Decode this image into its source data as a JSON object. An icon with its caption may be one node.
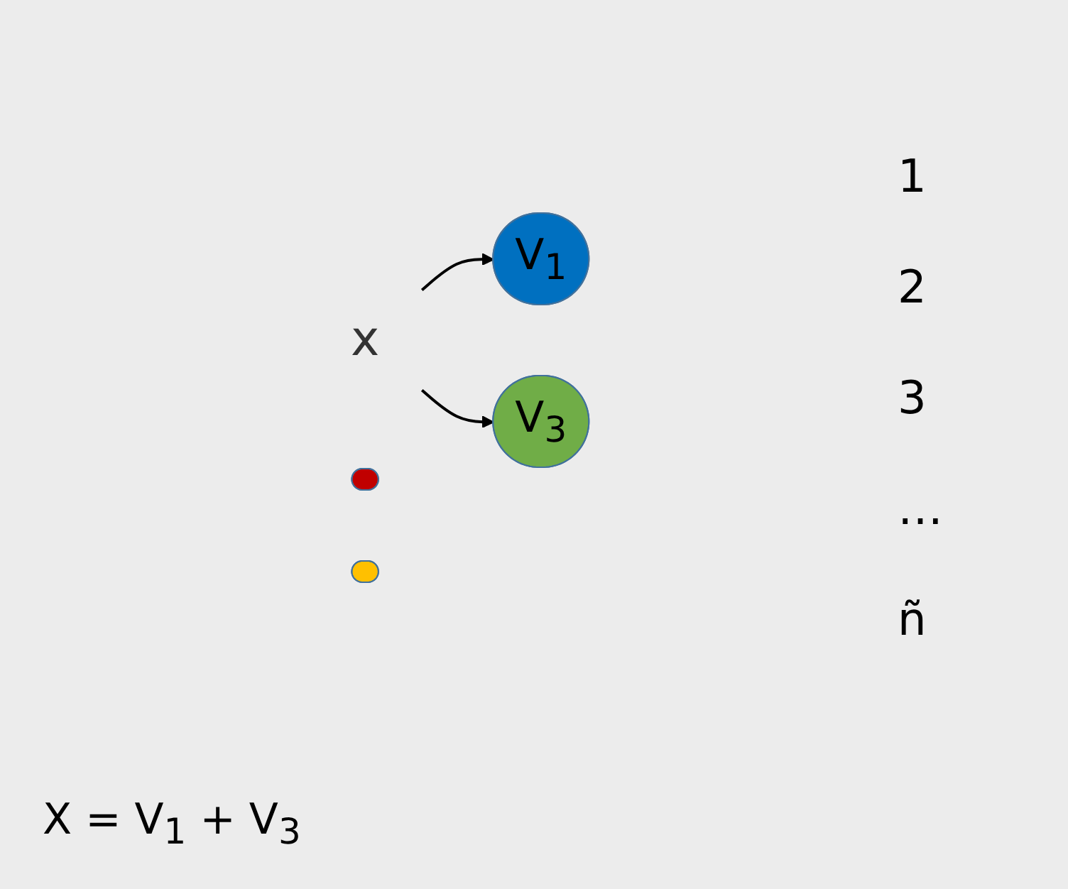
{
  "diagram": {
    "nodes": [
      {
        "text": [
          "x"
        ]
      },
      {
        "text": [
          "V$_{1}$"
        ]
      },
      {
        "text": [],
        "shape": "box"
      },
      {
        "text": [
          "V$_{3}$"
        ]
      },
      {
        "text": [],
        "shape": "box"
      }
    ],
    "edges": [
      {
        "from": 0,
        "to": 1,
        "arrow": "to"
      },
      {
        "from": 0,
        "to": 3,
        "arrow": "to"
      }
    ],
    "labels": [
      "1",
      "2",
      "3",
      "…",
      "ñ",
      "X = V$_{1}$ + V$_{3}$"
    ]
  }
}
